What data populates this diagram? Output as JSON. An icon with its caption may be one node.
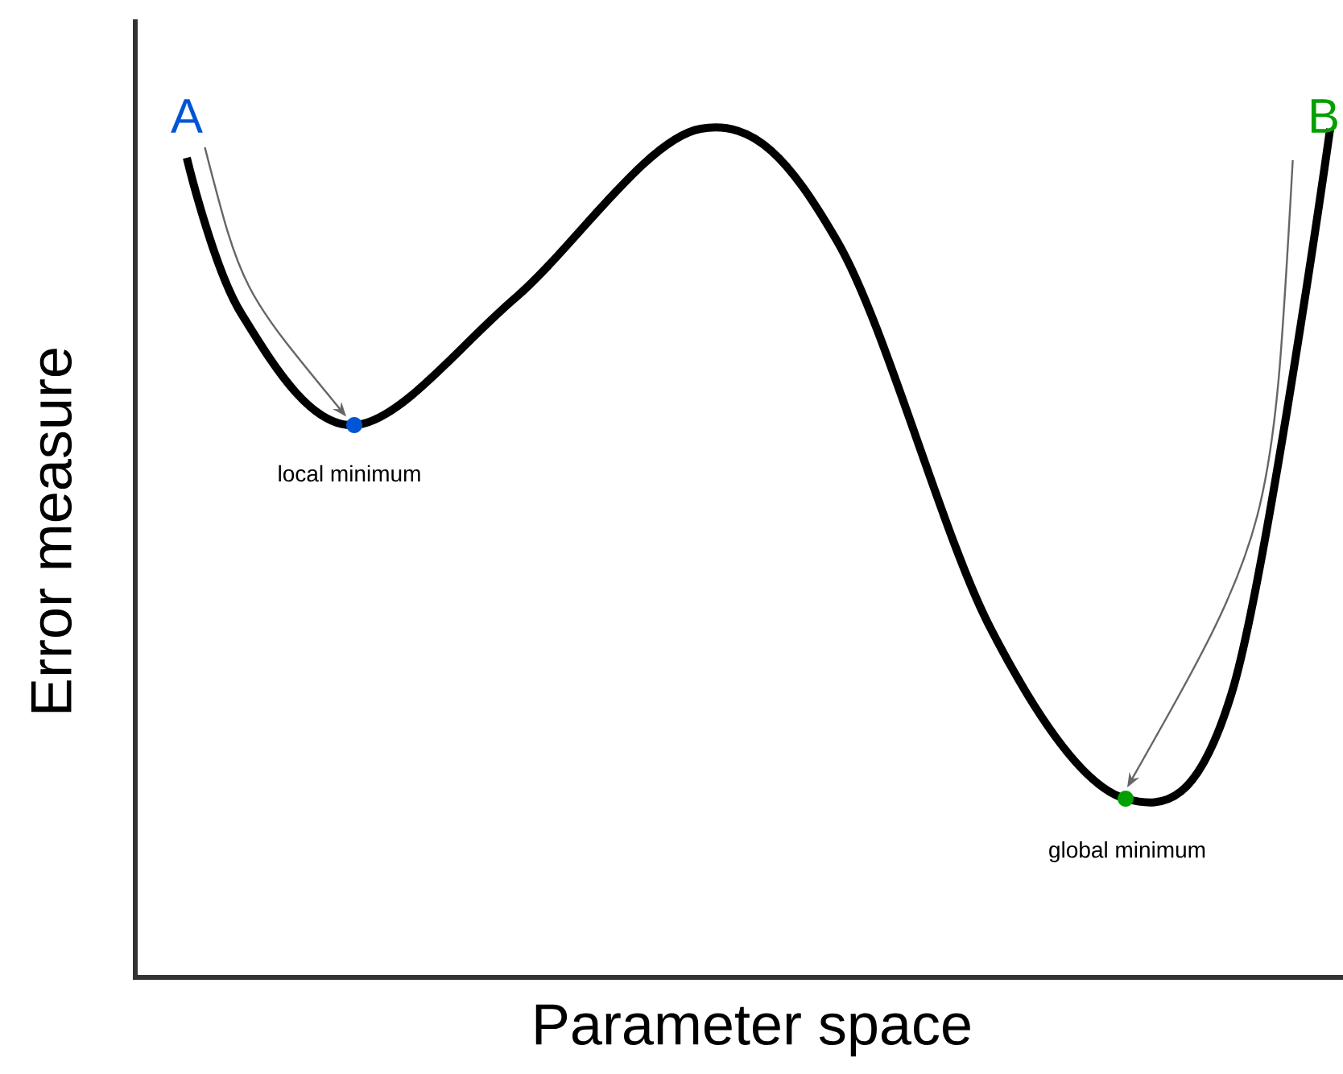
{
  "diagram": {
    "nodes": [
      {
        "text": [
          "A"
        ]
      },
      {
        "text": [],
        "shape": "circle",
        "beside": [
          "local minimum"
        ]
      },
      {
        "text": [
          "B"
        ]
      },
      {
        "text": [],
        "shape": "circle",
        "beside": [
          "global minimum"
        ]
      }
    ],
    "edges": [
      {
        "from": 0,
        "to": 1,
        "arrow": "to"
      },
      {
        "from": 2,
        "to": 3,
        "arrow": "to"
      }
    ],
    "labels": [
      "Error measure",
      "Parameter space"
    ]
  }
}
